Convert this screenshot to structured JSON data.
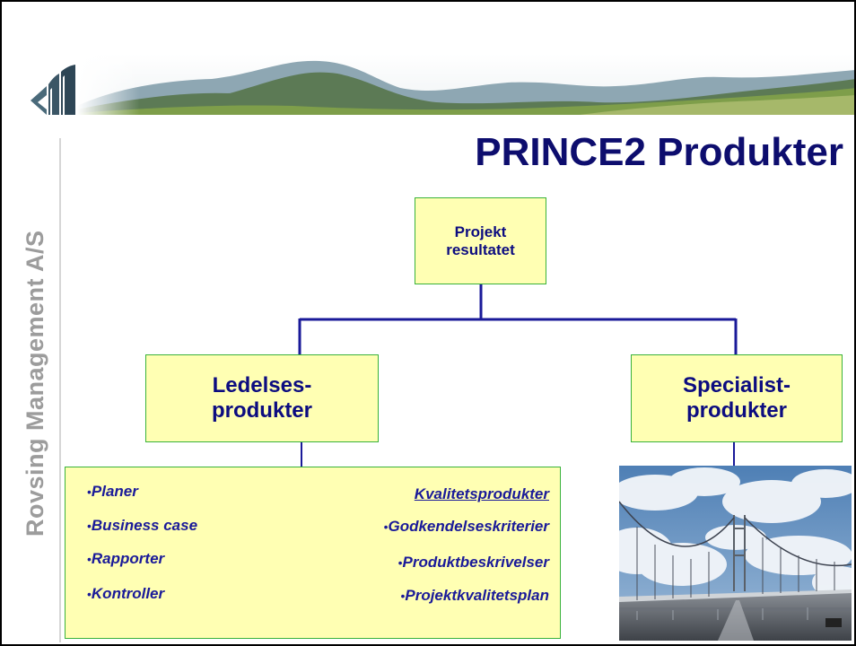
{
  "slide": {
    "page_number": "",
    "title": "PRINCE2 Produkter",
    "side_text": "Rovsing Management A/S"
  },
  "diagram": {
    "top_node": {
      "line1": "Projekt",
      "line2": "resultatet"
    },
    "left_node": {
      "line1": "Ledelses-",
      "line2": "produkter"
    },
    "right_node": {
      "line1": "Specialist-",
      "line2": "produkter"
    },
    "left_list": {
      "bullet": "•",
      "items": [
        "Planer",
        "Business case",
        "Rapporter",
        "Kontroller"
      ]
    },
    "right_list": {
      "heading": "Kvalitetsprodukter",
      "items": [
        "Godkendelseskriterier",
        "Produktbeskrivelser",
        "Projektkvalitetsplan"
      ]
    }
  },
  "images": {
    "banner": "mountain-landscape-banner",
    "logo": "company-logo",
    "photo": "suspension-bridge-photo"
  },
  "colors": {
    "title": "#0d0d6e",
    "node_text": "#0c0c80",
    "node_fill": "#ffffb3",
    "node_border": "#39b239",
    "connector": "#1a1a99",
    "side_text": "#9c9c9c"
  }
}
